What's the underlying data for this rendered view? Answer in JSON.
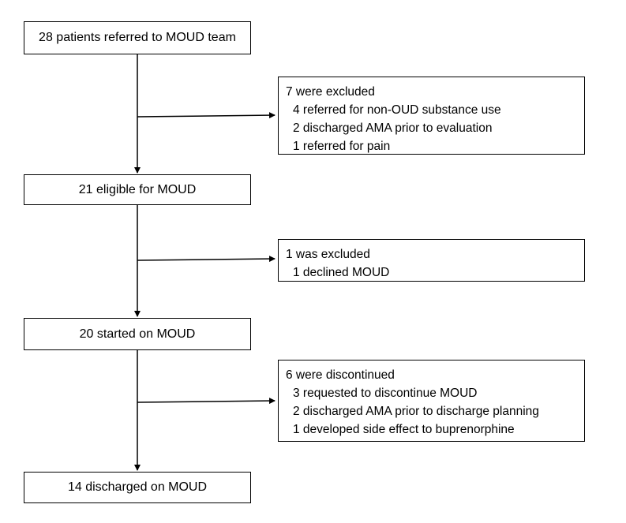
{
  "flow": {
    "main_boxes": [
      {
        "text": "28 patients referred to MOUD team"
      },
      {
        "text": "21 eligible for MOUD"
      },
      {
        "text": "20 started on MOUD"
      },
      {
        "text": "14 discharged on MOUD"
      }
    ],
    "side_boxes": [
      {
        "title": "7 were excluded",
        "items": [
          "4 referred for non-OUD substance use",
          "2 discharged AMA prior to evaluation",
          "1 referred for pain"
        ]
      },
      {
        "title": "1 was excluded",
        "items": [
          "1 declined MOUD"
        ]
      },
      {
        "title": "6 were discontinued",
        "items": [
          "3 requested to discontinue MOUD",
          "2 discharged AMA prior to discharge planning",
          "1 developed side effect to buprenorphine"
        ]
      }
    ]
  }
}
